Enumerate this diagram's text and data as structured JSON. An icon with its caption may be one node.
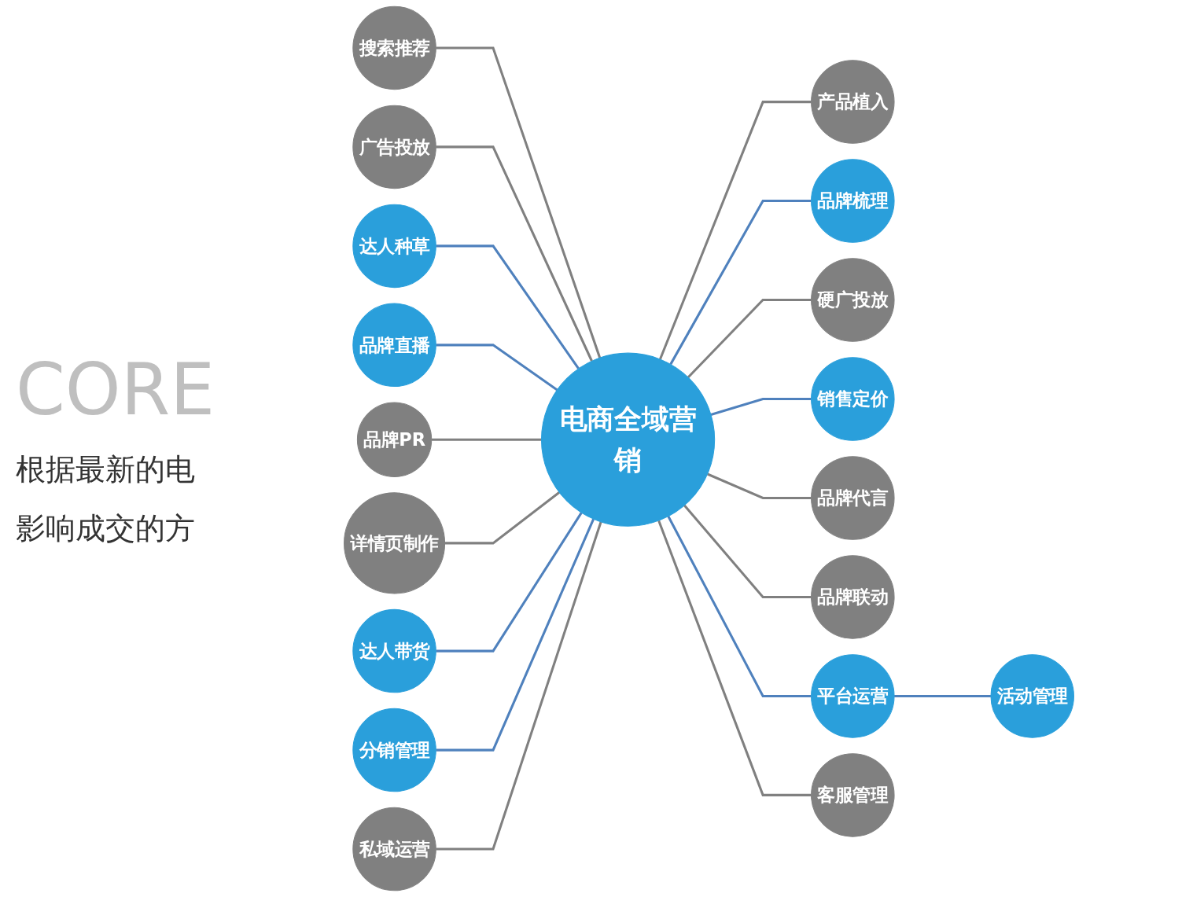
{
  "diagram": {
    "nodes": [
      {
        "text": [
          "电商全域营销"
        ]
      },
      {
        "text": [
          "品牌PR"
        ]
      },
      {
        "text": [
          "搜索推荐"
        ]
      },
      {
        "text": [
          "品牌直播"
        ]
      },
      {
        "text": [
          "广告投放"
        ]
      },
      {
        "text": [
          "产品植入"
        ]
      },
      {
        "text": [
          "品牌梳理"
        ]
      },
      {
        "text": [
          "达人种草"
        ]
      },
      {
        "text": [
          "详情页制作"
        ]
      },
      {
        "text": [
          "硬广投放"
        ]
      },
      {
        "text": [
          "达人带货"
        ]
      },
      {
        "text": [
          "销售定价"
        ]
      },
      {
        "text": [
          "品牌代言"
        ]
      },
      {
        "text": [
          "品牌联动"
        ]
      },
      {
        "text": [
          "平台运营"
        ]
      },
      {
        "text": [
          "分销管理"
        ]
      },
      {
        "text": [
          "活动管理"
        ]
      },
      {
        "text": [
          "客服管理"
        ]
      },
      {
        "text": [
          "私域运营"
        ]
      }
    ],
    "edges": [
      {
        "from": 2,
        "to": 0,
        "arrow": "none"
      },
      {
        "from": 4,
        "to": 0,
        "arrow": "none"
      },
      {
        "from": 7,
        "to": 0,
        "arrow": "none",
        "color": "#4f81bd"
      },
      {
        "from": 3,
        "to": 0,
        "arrow": "none",
        "color": "#4f81bd"
      },
      {
        "from": 1,
        "to": 0,
        "arrow": "none"
      },
      {
        "from": 8,
        "to": 0,
        "arrow": "none"
      },
      {
        "from": 10,
        "to": 0,
        "arrow": "none",
        "color": "#4f81bd"
      },
      {
        "from": 15,
        "to": 0,
        "arrow": "none",
        "color": "#4f81bd"
      },
      {
        "from": 18,
        "to": 0,
        "arrow": "none"
      },
      {
        "from": 0,
        "to": 6,
        "arrow": "none",
        "color": "#4f81bd"
      },
      {
        "from": 0,
        "to": 5,
        "arrow": "none"
      },
      {
        "from": 0,
        "to": 9,
        "arrow": "none"
      },
      {
        "from": 0,
        "to": 11,
        "arrow": "none",
        "color": "#4f81bd"
      },
      {
        "from": 0,
        "to": 12,
        "arrow": "none"
      },
      {
        "from": 0,
        "to": 13,
        "arrow": "none"
      },
      {
        "from": 0,
        "to": 14,
        "arrow": "none",
        "color": "#4f81bd"
      },
      {
        "from": 0,
        "to": 17,
        "arrow": "none"
      },
      {
        "from": 14,
        "to": 16,
        "arrow": "none",
        "color": "#4f81bd"
      }
    ],
    "labels": [
      "CORE",
      "根据最新的电",
      "影响成交的方"
    ]
  }
}
